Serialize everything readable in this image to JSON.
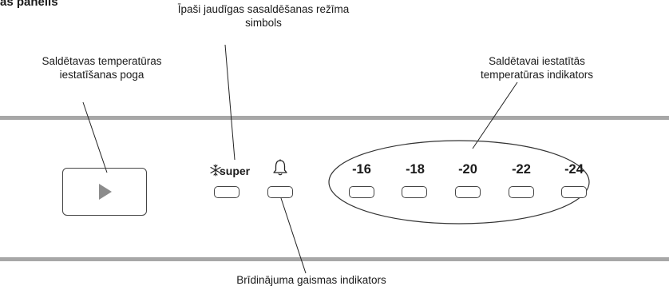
{
  "heading": "as panelis",
  "callouts": {
    "super_mode_symbol": [
      "Īpaši jaudīgas sasaldēšanas režīma",
      "simbols"
    ],
    "temp_button": [
      "Saldētavas temperatūras",
      "iestatīšanas poga"
    ],
    "temp_indicators": [
      "Saldētavai iestatītās",
      "temperatūras indikators"
    ],
    "alarm_indicator": "Brīdinājuma gaismas indikators"
  },
  "panel": {
    "super_label": "super",
    "super_icon": "snowflake-icon",
    "alarm_icon": "bell-icon",
    "button_icon": "play-triangle-icon",
    "temperatures": [
      "-16",
      "-18",
      "-20",
      "-22",
      "-24"
    ]
  }
}
